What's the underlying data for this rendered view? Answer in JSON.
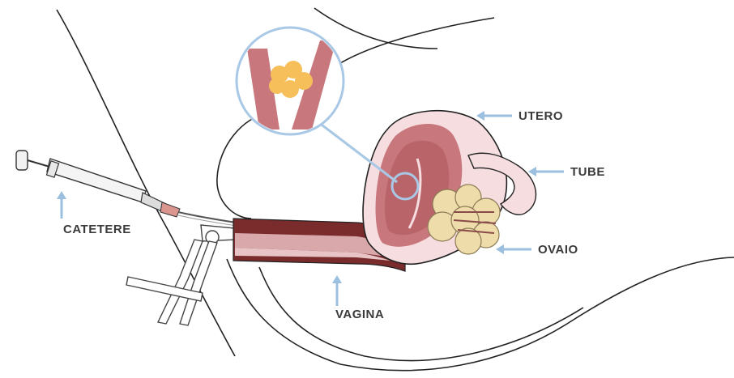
{
  "labels": {
    "utero": "UTERO",
    "tube": "TUBE",
    "ovaio": "OVAIO",
    "vagina": "VAGINA",
    "catetere": "CATETERE"
  },
  "colors": {
    "outline": "#222222",
    "uterus_wall": "#f6dde0",
    "uterus_cavity": "#c8787c",
    "vagina_dark": "#6b2626",
    "ovary": "#eedcab",
    "arrow": "#9cbfe0",
    "embryo": "#f6bf5a",
    "callout_ring": "#a8c8e6"
  }
}
